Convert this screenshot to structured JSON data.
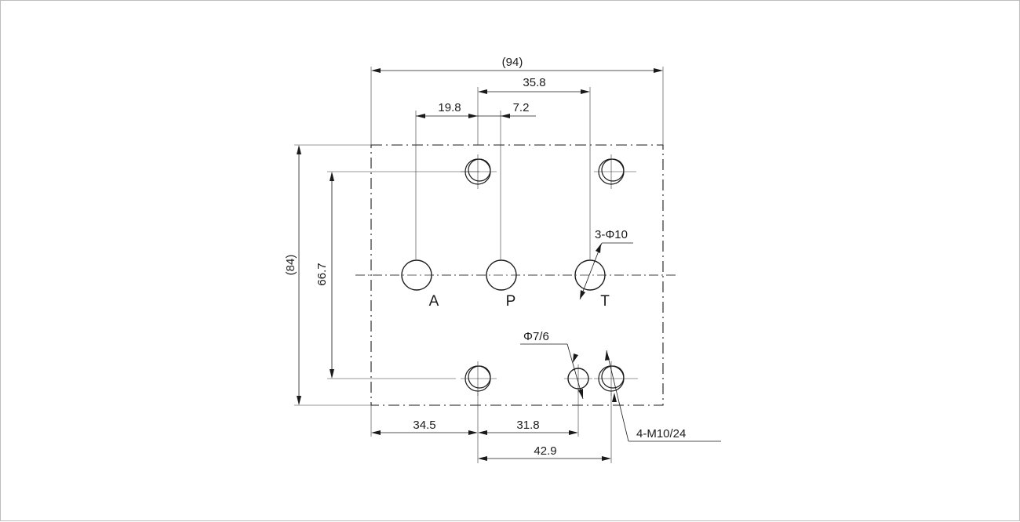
{
  "drawing": {
    "dimensions": {
      "overall_width": "(94)",
      "overall_height": "(84)",
      "t_offset": "35.8",
      "a_offset": "19.8",
      "p_offset": "7.2",
      "bolt_vertical": "66.7",
      "bottom_left": "34.5",
      "bottom_mid": "31.8",
      "bottom_long": "42.9"
    },
    "callouts": {
      "ports_dia": "3-Φ10",
      "pin_dia": "Φ7/6",
      "bolts": "4-M10/24"
    },
    "ports": {
      "a": "A",
      "p": "P",
      "t": "T"
    }
  }
}
